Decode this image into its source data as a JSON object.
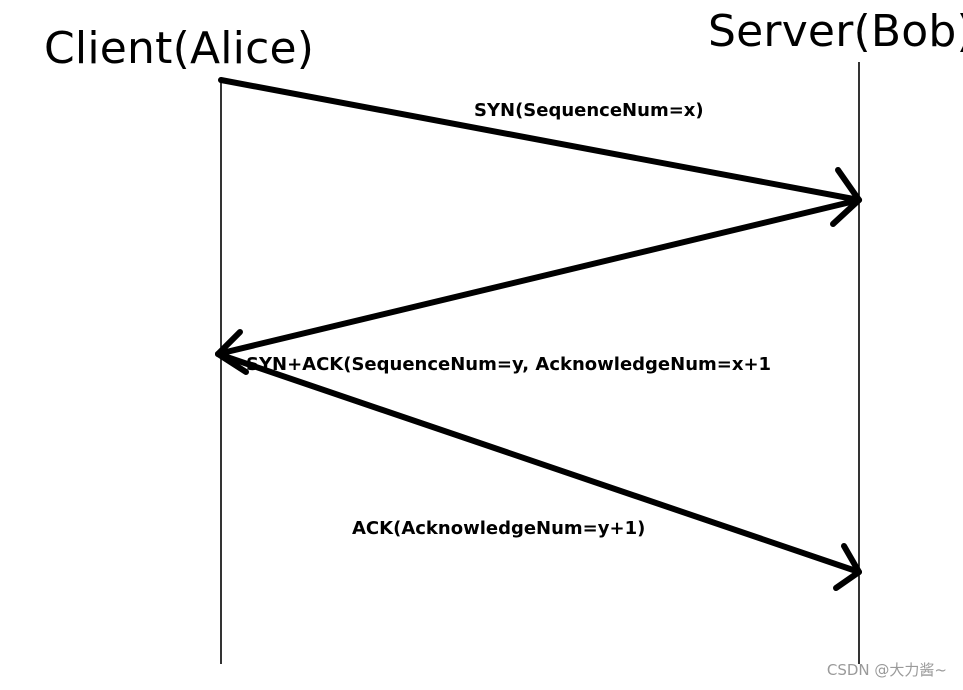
{
  "actors": {
    "client": "Client(Alice)",
    "server": "Server(Bob)"
  },
  "messages": [
    {
      "label": "SYN(SequenceNum=x)",
      "direction": "client-to-server"
    },
    {
      "label": "SYN+ACK(SequenceNum=y, AcknowledgeNum=x+1",
      "direction": "server-to-client"
    },
    {
      "label": "ACK(AcknowledgeNum=y+1)",
      "direction": "client-to-server"
    }
  ],
  "watermark": "CSDN @大力酱~",
  "colors": {
    "line": "#000000",
    "background": "#ffffff",
    "watermark": "#9a9a9a"
  }
}
